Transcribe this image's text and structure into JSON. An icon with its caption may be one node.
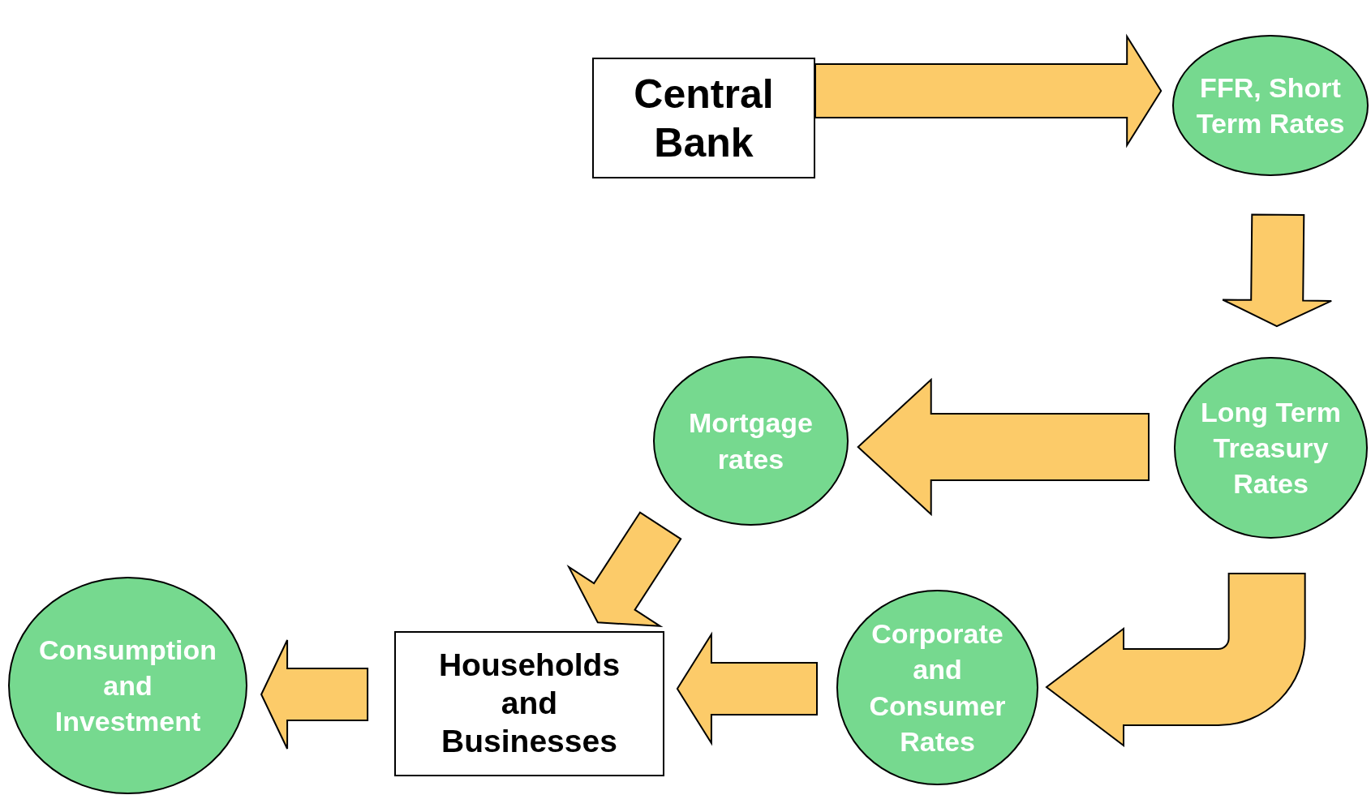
{
  "diagram": {
    "nodes": [
      {
        "text": [
          "Central Bank"
        ]
      },
      {
        "text": [
          "FFR, Short Term Rates"
        ]
      },
      {
        "text": [
          "Long Term Treasury Rates"
        ]
      },
      {
        "text": [
          "Mortgage rates"
        ]
      },
      {
        "text": [
          "Corporate and Consumer Rates"
        ]
      },
      {
        "text": [
          "Households and Businesses"
        ]
      },
      {
        "text": [
          "Consumption and Investment"
        ]
      }
    ],
    "edges": [
      {
        "from": 0,
        "to": 1,
        "arrow": "to"
      },
      {
        "from": 1,
        "to": 2,
        "arrow": "to"
      },
      {
        "from": 2,
        "to": 3,
        "arrow": "to"
      },
      {
        "from": 2,
        "to": 4,
        "arrow": "to"
      },
      {
        "from": 3,
        "to": 5,
        "arrow": "to"
      },
      {
        "from": 4,
        "to": 5,
        "arrow": "to"
      },
      {
        "from": 5,
        "to": 6,
        "arrow": "to"
      }
    ]
  }
}
